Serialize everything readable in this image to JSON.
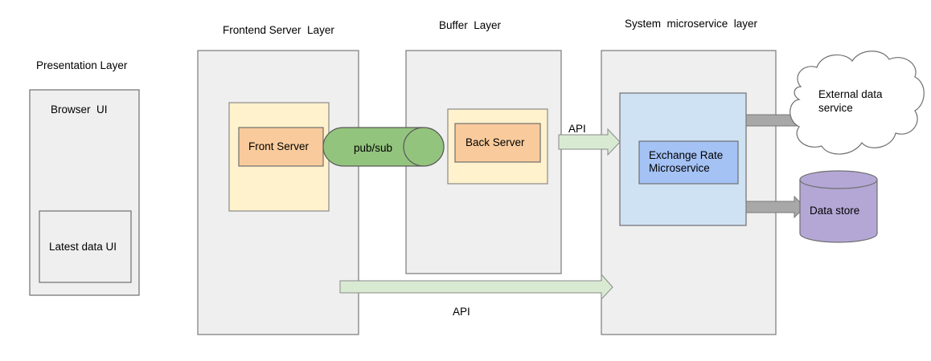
{
  "layers": {
    "presentation": "Presentation Layer",
    "frontend_server": "Frontend Server  Layer",
    "buffer": "Buffer  Layer",
    "system_microservice": "System  microservice  layer"
  },
  "nodes": {
    "browser_ui": "Browser  UI",
    "latest_data_ui": "Latest data UI",
    "front_server": "Front Server",
    "pub_sub": "pub/sub",
    "back_server": "Back Server",
    "exchange_rate_line1": "Exchange Rate",
    "exchange_rate_line2": "Microservice",
    "external_data_line1": "External data",
    "external_data_line2": "service",
    "data_store": "Data store"
  },
  "edges": {
    "api_buffer_to_system": "API",
    "api_frontend_to_system": "API"
  },
  "colors": {
    "layer_fill": "#efefef",
    "layer_stroke": "#7a7a7a",
    "front_container": "#fff2cc",
    "server_box": "#f9cb9c",
    "pubsub": "#93c47d",
    "microservice_container": "#cfe2f3",
    "microservice_box": "#a4c2f4",
    "api_arrow": "#d9ead3",
    "output_arrow": "#a8a8a8",
    "datastore": "#b4a7d6"
  }
}
